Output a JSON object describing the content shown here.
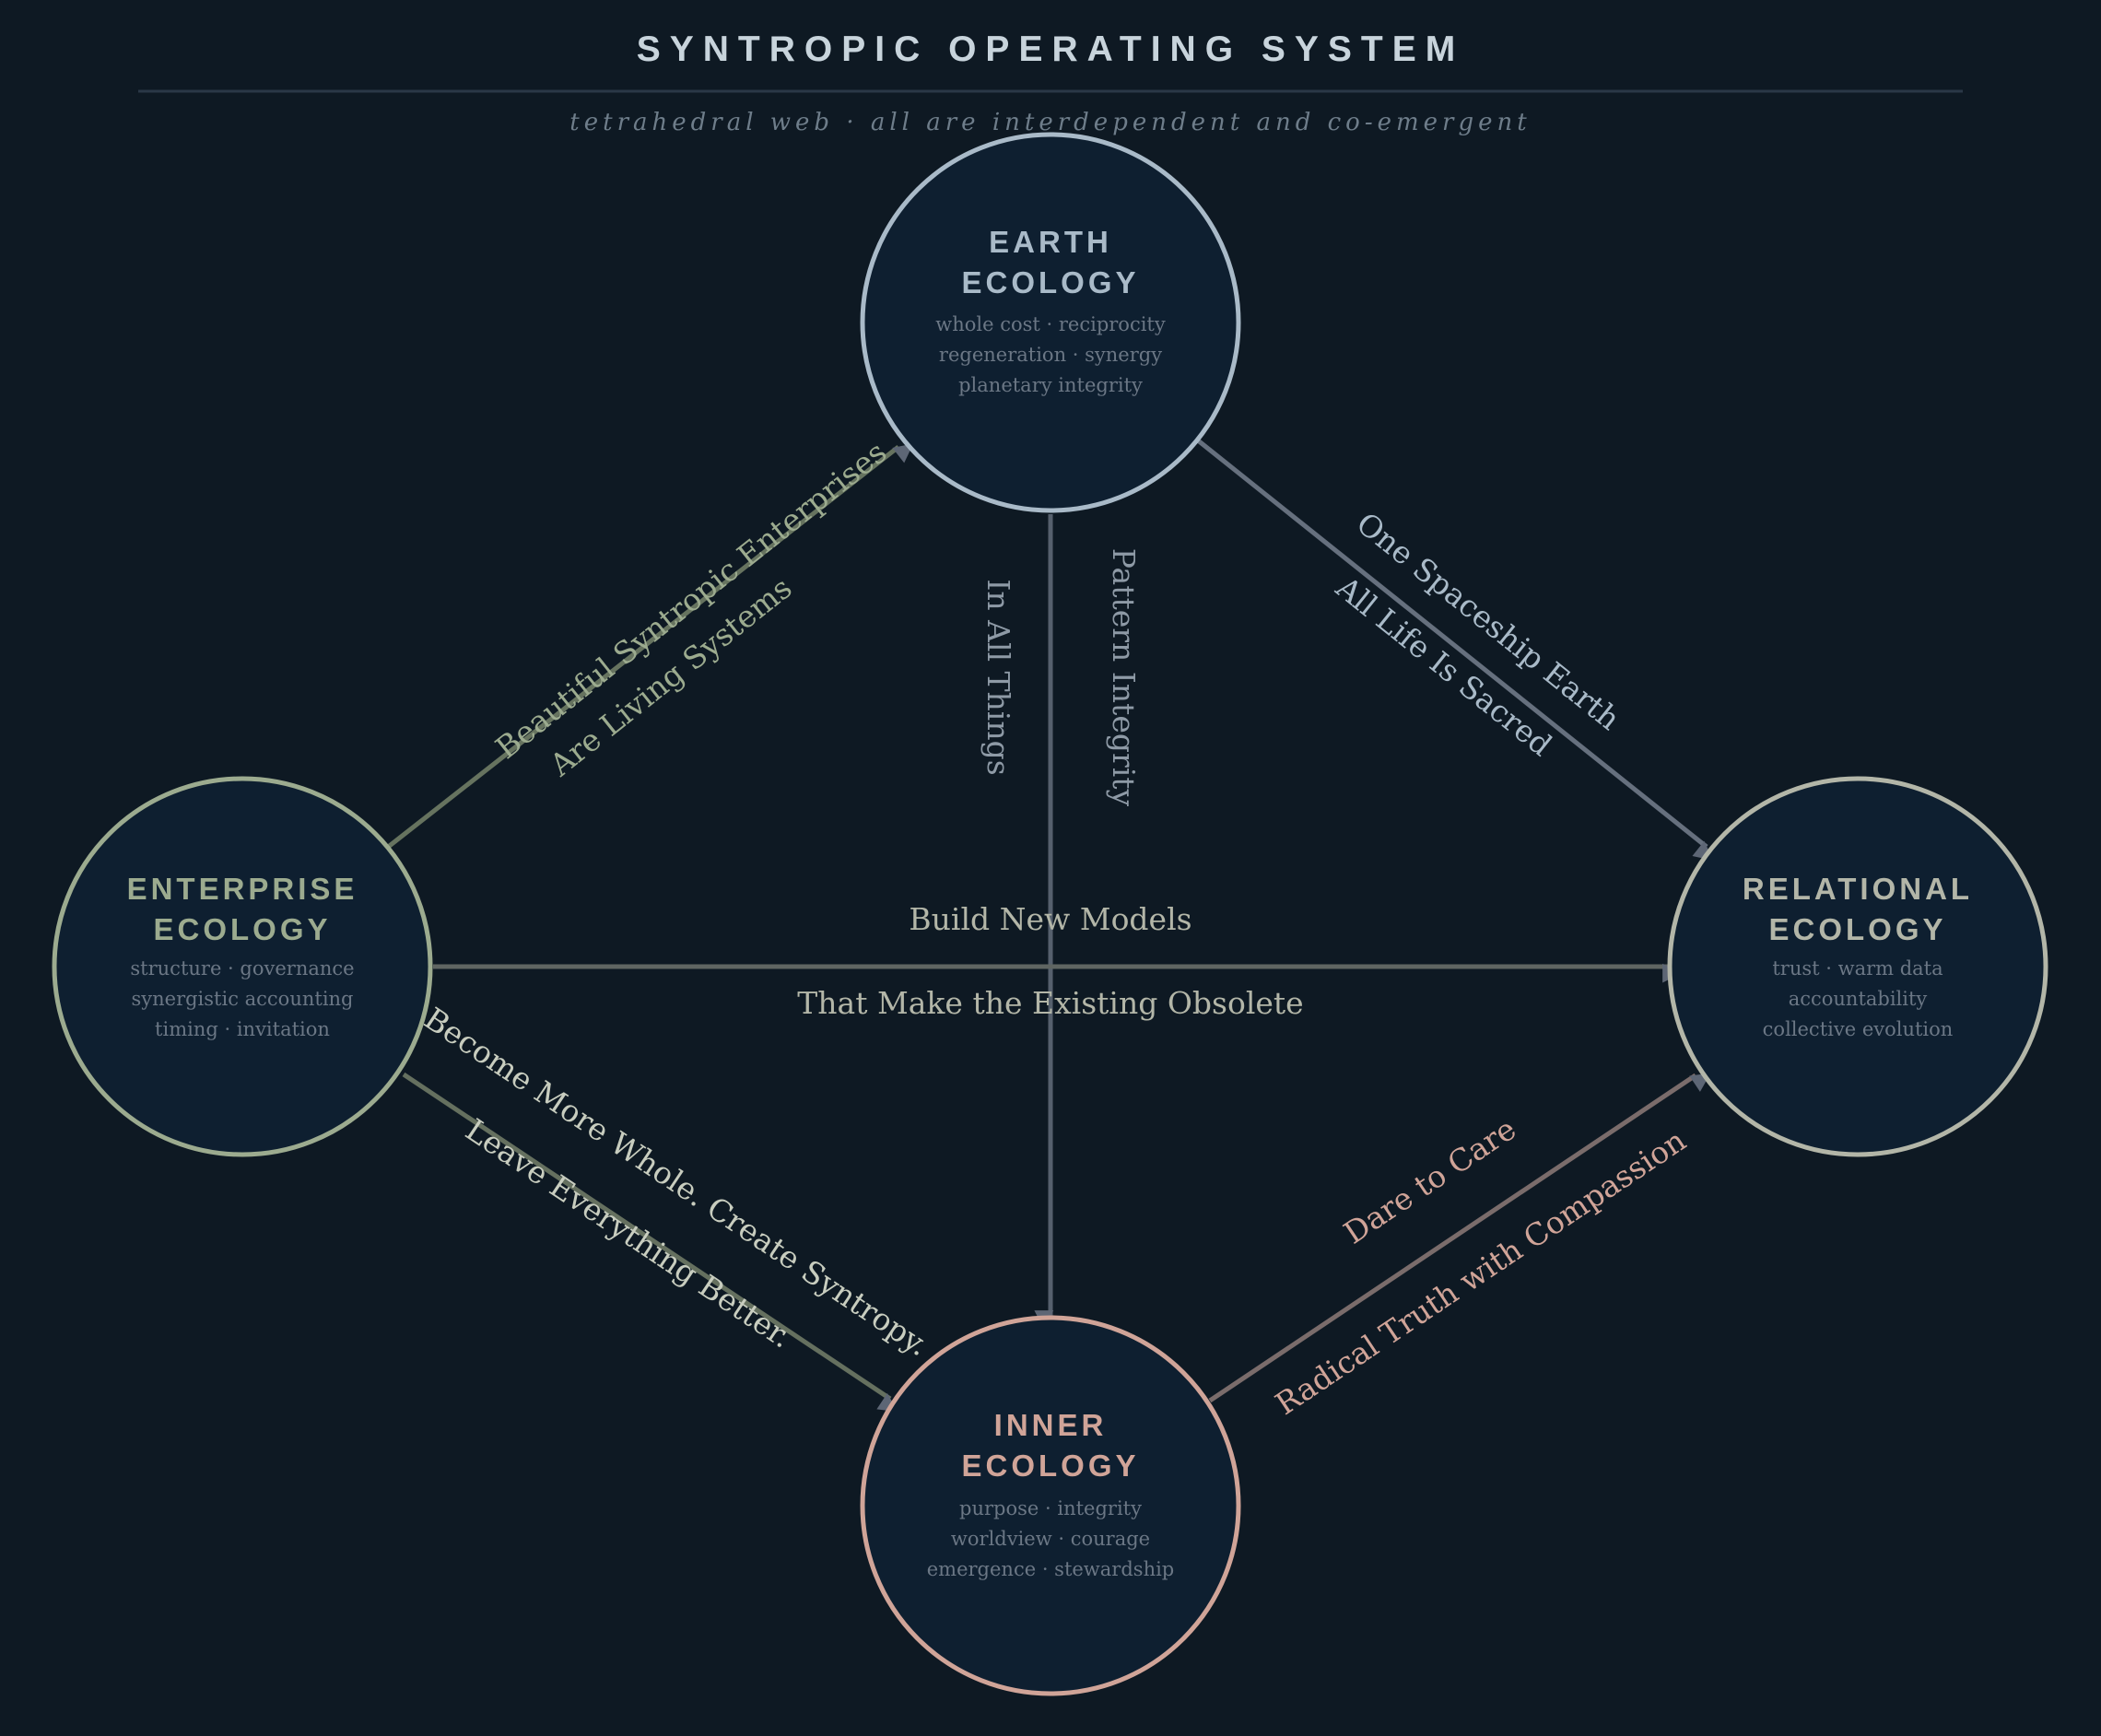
{
  "header": {
    "title": "SYNTROPIC OPERATING SYSTEM",
    "subtitle": "tetrahedral web · all are interdependent and co-emergent"
  },
  "nodes": {
    "earth": {
      "name_line1": "EARTH",
      "name_line2": "ECOLOGY",
      "desc1": "whole cost · reciprocity",
      "desc2": "regeneration · synergy",
      "desc3": "planetary integrity",
      "color": "#a9bac8"
    },
    "enterprise": {
      "name_line1": "ENTERPRISE",
      "name_line2": "ECOLOGY",
      "desc1": "structure · governance",
      "desc2": "synergistic accounting",
      "desc3": "timing · invitation",
      "color": "#9cab8f"
    },
    "relational": {
      "name_line1": "RELATIONAL",
      "name_line2": "ECOLOGY",
      "desc1": "trust · warm data",
      "desc2": "accountability",
      "desc3": "collective evolution",
      "color": "#b3b6a8"
    },
    "inner": {
      "name_line1": "INNER",
      "name_line2": "ECOLOGY",
      "desc1": "purpose · integrity",
      "desc2": "worldview · courage",
      "desc3": "emergence · stewardship",
      "color": "#d0a498"
    }
  },
  "edges": {
    "enterprise_earth": {
      "label_outer": "Beautiful Syntropic Enterprises",
      "label_inner": "Are Living Systems",
      "color": "#9cab8f"
    },
    "earth_relational": {
      "label_outer": "One Spaceship Earth",
      "label_inner": "All Life Is Sacred",
      "color": "#a9bac8"
    },
    "earth_inner": {
      "label_left": "In All Things",
      "label_right": "Pattern Integrity",
      "color": "#8e9aa6"
    },
    "enterprise_relational": {
      "label_top": "Build New Models",
      "label_bottom": "That Make the Existing Obsolete",
      "color": "#b3b6a8"
    },
    "enterprise_inner": {
      "label_top": "Become More Whole. Create Syntropy.",
      "label_bottom": "Leave Everything Better.",
      "color": "#c8cdbf"
    },
    "inner_relational": {
      "label_top": "Dare to Care",
      "label_bottom": "Radical Truth with Compassion",
      "color": "#d0a498"
    }
  },
  "colors": {
    "background": "#0e1923",
    "node_fill": "#0e1f30",
    "arrowhead": "#5d6675",
    "divider": "#2a3847"
  }
}
